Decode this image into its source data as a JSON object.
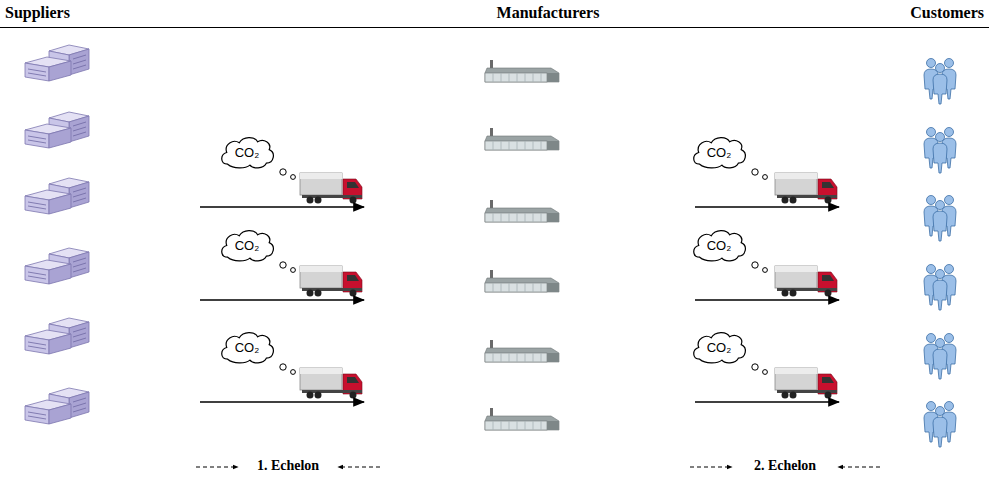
{
  "diagram": {
    "nodes": [
      {
        "text": [
          "CO₂"
        ]
      },
      {
        "text": [
          "CO₂"
        ]
      },
      {
        "text": [
          "CO₂"
        ]
      },
      {
        "text": [
          "CO₂"
        ]
      },
      {
        "text": [
          "CO₂"
        ]
      },
      {
        "text": [
          "CO₂"
        ]
      }
    ],
    "labels": [
      "Suppliers",
      "Manufacturers",
      "Customers",
      "1. Echelon",
      "2. Echelon"
    ]
  }
}
